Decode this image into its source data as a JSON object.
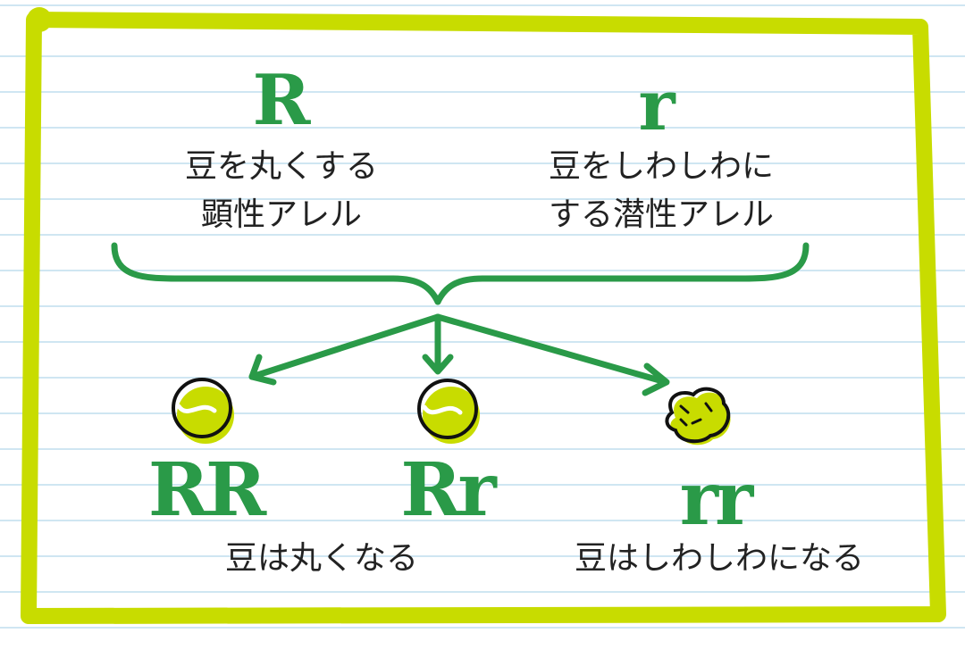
{
  "colors": {
    "frame": "#c8dc00",
    "arrow": "#2a9a48",
    "text": "#222222",
    "pea": "#c8dc00",
    "lines": "#cfe6f2"
  },
  "alleles": [
    {
      "symbol": "R",
      "desc_line1": "豆を丸くする",
      "desc_line2": "顕性アレル"
    },
    {
      "symbol": "r",
      "desc_line1": "豆をしわしわに",
      "desc_line2": "する潜性アレル"
    }
  ],
  "genotypes": [
    {
      "label": "RR",
      "pea": "round-pea-icon"
    },
    {
      "label": "Rr",
      "pea": "round-pea-icon"
    },
    {
      "label": "rr",
      "pea": "wrinkled-pea-icon"
    }
  ],
  "results": {
    "round": "豆は丸くなる",
    "wrinkled": "豆はしわしわになる"
  }
}
